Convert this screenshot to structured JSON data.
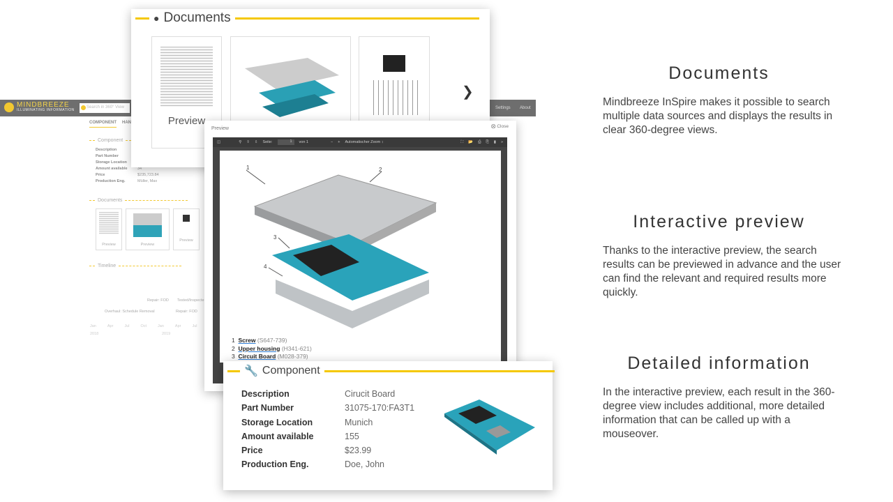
{
  "app": {
    "logo": "MINDBREEZE",
    "logo_tagline": "ILLUMINATING INFORMATION",
    "search_placeholder": "Search in 360° View",
    "nav": [
      "Settings",
      "About"
    ],
    "tabs": [
      "COMPONENT",
      "HAN"
    ],
    "component": {
      "title": "Component",
      "rows": [
        [
          "Description",
          ""
        ],
        [
          "Part Number",
          ""
        ],
        [
          "Storage Location",
          ""
        ],
        [
          "Amount available",
          "34"
        ],
        [
          "Price",
          "$235,723.84"
        ],
        [
          "Production Eng.",
          "Müller, Max"
        ]
      ]
    },
    "documents": {
      "title": "Documents",
      "previews": [
        "Preview",
        "Preview",
        "Preview"
      ]
    },
    "timeline": {
      "title": "Timeline",
      "events": [
        "Repair: FOD",
        "Tested/Inspecte",
        "Overhaul: Schedule Removal",
        "Repair: FOD"
      ],
      "months": [
        "Jan",
        "Apr",
        "Jul",
        "Oct",
        "Jan",
        "Apr",
        "Jul"
      ],
      "years": [
        "2018",
        "2019"
      ]
    }
  },
  "documents_card": {
    "title": "Documents",
    "preview_label": "Preview"
  },
  "preview": {
    "title": "Preview",
    "close": "Close",
    "toolbar": {
      "page_label": "Seite:",
      "page": "1",
      "of": "von 1",
      "zoom": "Automatischer Zoom"
    },
    "callouts": [
      "1",
      "2",
      "3",
      "4"
    ],
    "legend": [
      {
        "n": "1",
        "name": "Screw",
        "code": "(S647-739)"
      },
      {
        "n": "2",
        "name": "Upper housing",
        "code": "(H341-621)"
      },
      {
        "n": "3",
        "name": "Circuit Board",
        "code": "(M028-379)"
      }
    ]
  },
  "component_card": {
    "title": "Component",
    "rows": [
      {
        "k": "Description",
        "v": "Cirucit Board"
      },
      {
        "k": "Part Number",
        "v": "31075-170:FA3T1"
      },
      {
        "k": "Storage Location",
        "v": "Munich"
      },
      {
        "k": "Amount available",
        "v": "155"
      },
      {
        "k": "Price",
        "v": "$23.99"
      },
      {
        "k": "Production Eng.",
        "v": "Doe, John"
      }
    ]
  },
  "features": [
    {
      "title": "Documents",
      "text": "Mindbreeze InSpire makes it possible to search multiple data sources and displays the results in clear 360-degree views."
    },
    {
      "title": "Interactive preview",
      "text": "Thanks to the interactive preview, the search results can be previewed in advance and the user can find the relevant and required results more quickly."
    },
    {
      "title": "Detailed information",
      "text": "In the interactive preview, each result in the 360-degree view includes additional, more detailed information that can be called up with a mouseover."
    }
  ],
  "colors": {
    "accent": "#f5c800",
    "header": "#6e6e6e",
    "link": "#2a7ad3"
  }
}
